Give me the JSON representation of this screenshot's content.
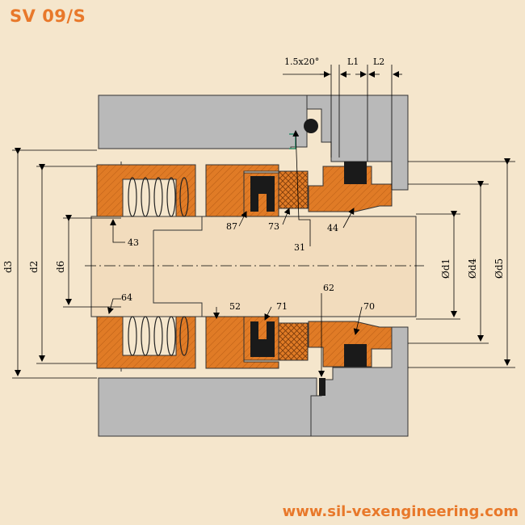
{
  "title": "SV 09/S",
  "footer": {
    "website": "www.sil-vexengineering.com"
  },
  "colors": {
    "background": "#f5e6cc",
    "housing": "#b9b9b9",
    "shaft": "#f2dcbd",
    "metal_parts": "#e07b26",
    "elastomer": "#1a1a1a",
    "accent": "#e8782a"
  },
  "dimensions": {
    "chamfer": "1.5x20°",
    "l1": "L1",
    "l2": "L2",
    "d1": "Ød1",
    "d2": "d2",
    "d3": "d3",
    "d4": "Ød4",
    "d5": "Ød5",
    "d6": "d6"
  },
  "part_numbers": {
    "p31": "31",
    "p43": "43",
    "p44": "44",
    "p52": "52",
    "p62": "62",
    "p64": "64",
    "p70": "70",
    "p71": "71",
    "p73": "73",
    "p87": "87"
  }
}
